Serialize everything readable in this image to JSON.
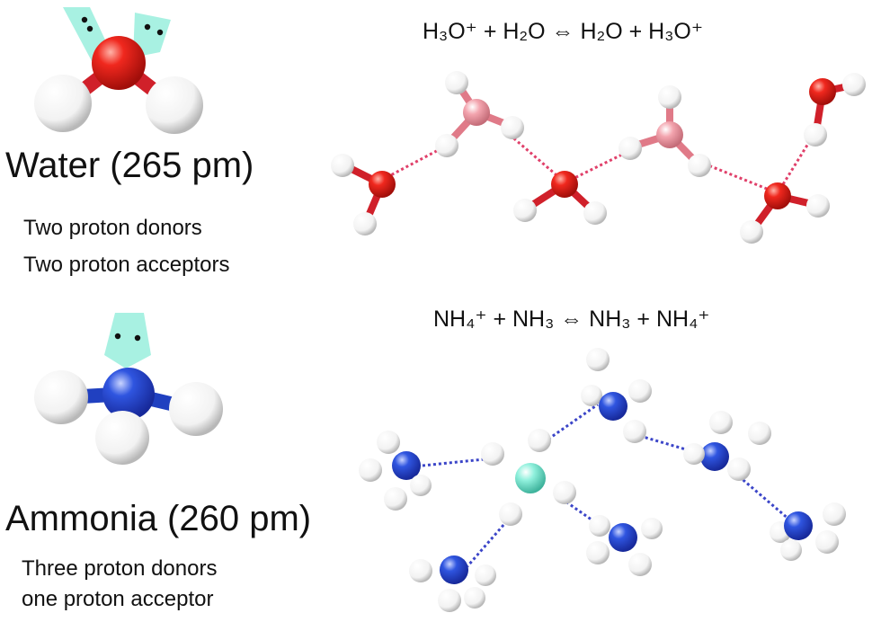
{
  "water": {
    "title": "Water (265 pm)",
    "line1": "Two proton donors",
    "line2": "Two proton acceptors",
    "equation": "H₃O⁺ + H₂O ⇔ H₂O + H₃O⁺"
  },
  "ammonia": {
    "title": "Ammonia (260 pm)",
    "line1": "Three proton donors",
    "line2": "one proton acceptor",
    "equation": "NH₄⁺ + NH₃ ⇔ NH₃ + NH₄⁺"
  },
  "colors": {
    "oxygen": "#e8231f",
    "hydronium": "#f2a0a8",
    "nitrogen": "#2a4fd8",
    "ammonium": "#7fe6d2",
    "hydrogen": "#ffffff",
    "lone_pair": "#9ff0df",
    "water_bond": "#e0406a",
    "ammonia_bond": "#3b45c8"
  }
}
